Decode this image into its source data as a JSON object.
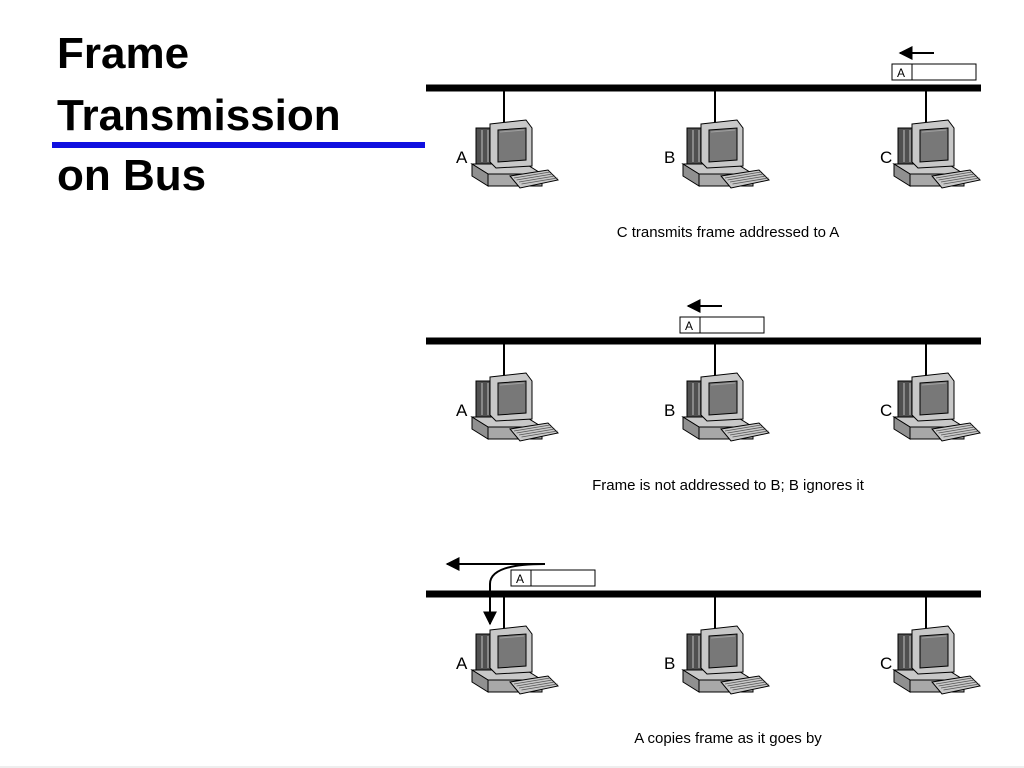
{
  "slide": {
    "title_lines": [
      "Frame",
      "Transmission",
      "on Bus"
    ]
  },
  "colors": {
    "title_rule": "#1010e0",
    "bus": "#000000",
    "computer_body": "#c8c8c8",
    "computer_dark": "#505050",
    "screen": "#787878"
  },
  "panels": [
    {
      "caption": "C transmits frame addressed to A",
      "stations": [
        "A",
        "B",
        "C"
      ],
      "frame_address": "A",
      "frame_at_station": "C",
      "frame_direction": "left",
      "copied_by": ""
    },
    {
      "caption": "Frame is not addressed to B; B ignores it",
      "stations": [
        "A",
        "B",
        "C"
      ],
      "frame_address": "A",
      "frame_at_station": "B",
      "frame_direction": "left",
      "copied_by": ""
    },
    {
      "caption": "A copies frame as it goes by",
      "stations": [
        "A",
        "B",
        "C"
      ],
      "frame_address": "A",
      "frame_at_station": "A",
      "frame_direction": "left",
      "copied_by": "A"
    }
  ]
}
